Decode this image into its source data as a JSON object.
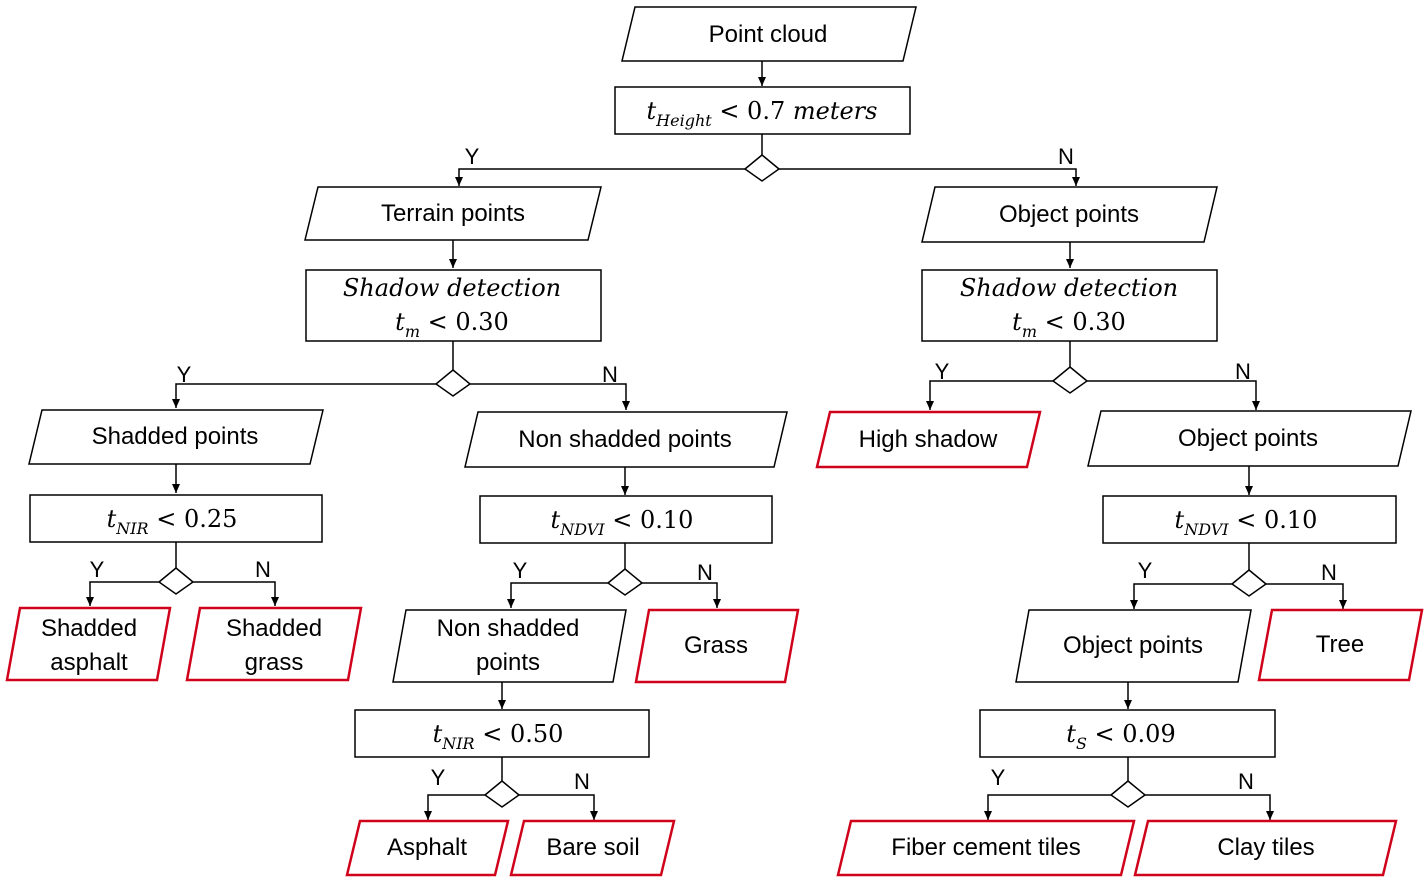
{
  "nodes": {
    "point_cloud": {
      "label": "Point cloud"
    },
    "height_test": {
      "var": "t",
      "sub": "Height",
      "rest": " < 0.7 ",
      "unit": "meters"
    },
    "terrain_points": {
      "label": "Terrain points"
    },
    "object_points_1": {
      "label": "Object points"
    },
    "shadow_terrain": {
      "line1": "Shadow detection",
      "var": "t",
      "sub": "m",
      "rest": " < 0.30"
    },
    "shadow_object": {
      "line1": "Shadow detection",
      "var": "t",
      "sub": "m",
      "rest": " < 0.30"
    },
    "shaded_points": {
      "label": "Shadded points"
    },
    "non_shaded_points_1": {
      "label": "Non shadded points"
    },
    "high_shadow": {
      "label": "High shadow"
    },
    "object_points_2": {
      "label": "Object points"
    },
    "nir_025": {
      "var": "t",
      "sub": "NIR",
      "rest": " < 0.25"
    },
    "ndvi_010_a": {
      "var": "t",
      "sub": "NDVI",
      "rest": " < 0.10"
    },
    "ndvi_010_b": {
      "var": "t",
      "sub": "NDVI",
      "rest": " < 0.10"
    },
    "shaded_asphalt": {
      "line1": "Shadded",
      "line2": "asphalt"
    },
    "shaded_grass": {
      "line1": "Shadded",
      "line2": "grass"
    },
    "non_shaded_points_2": {
      "line1": "Non shadded",
      "line2": "points"
    },
    "grass": {
      "label": "Grass"
    },
    "object_points_3": {
      "label": "Object points"
    },
    "tree": {
      "label": "Tree"
    },
    "nir_050": {
      "var": "t",
      "sub": "NIR",
      "rest": " < 0.50"
    },
    "s_009": {
      "var": "t",
      "sub": "S",
      "rest": " < 0.09"
    },
    "asphalt": {
      "label": "Asphalt"
    },
    "bare_soil": {
      "label": "Bare soil"
    },
    "fiber_cement": {
      "label": "Fiber cement tiles"
    },
    "clay_tiles": {
      "label": "Clay tiles"
    }
  },
  "branch_labels": {
    "yes": "Y",
    "no": "N"
  },
  "colors": {
    "outline": "#000000",
    "final_outline": "#d0021b"
  }
}
